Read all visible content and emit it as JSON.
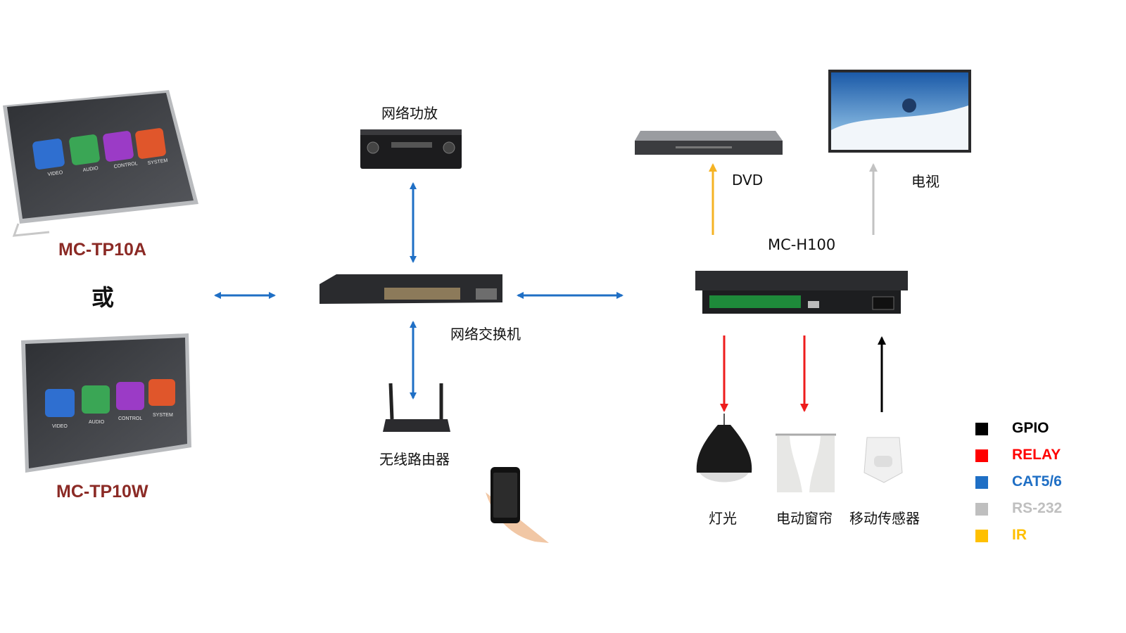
{
  "devices": {
    "tp10a": "MC-TP10A",
    "or": "或",
    "tp10w": "MC-TP10W",
    "amp": "网络功放",
    "switch": "网络交换机",
    "router": "无线路由器",
    "dvd": "DVD",
    "tv": "电视",
    "host": "MC-H100",
    "light": "灯光",
    "curtain": "电动窗帘",
    "sensor": "移动传感器"
  },
  "tablet_apps": [
    "VIDEO",
    "AUDIO",
    "CONTROL",
    "SYSTEM"
  ],
  "legend": [
    {
      "label": "GPIO",
      "color": "#000000"
    },
    {
      "label": "RELAY",
      "color": "#ff0000"
    },
    {
      "label": "CAT5/6",
      "color": "#1f6fc5"
    },
    {
      "label": "RS-232",
      "color": "#bfbfbf"
    },
    {
      "label": "IR",
      "color": "#ffc000"
    }
  ]
}
